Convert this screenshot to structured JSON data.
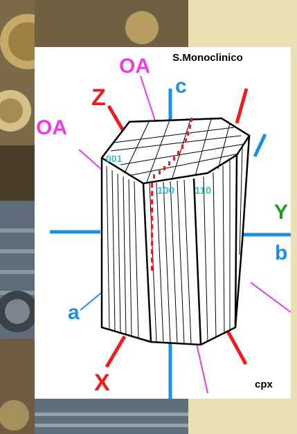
{
  "title": "S.Monoclinico",
  "footer": "cpx",
  "labels": {
    "oa_top": "OA",
    "oa_left": "OA",
    "axis_z": "Z",
    "axis_c": "c",
    "axis_y": "Y",
    "axis_b": "b",
    "axis_a": "a",
    "axis_x": "X"
  },
  "faces": {
    "f001": "001",
    "f100": "100",
    "f110": "110"
  },
  "colors": {
    "red": "#ee1c1c",
    "blue": "#1e8fe8",
    "magenta": "#ee3ae8",
    "green": "#1f9b2a",
    "cyan_label": "#33c4cc",
    "page_bg": "#e9dfb4"
  }
}
